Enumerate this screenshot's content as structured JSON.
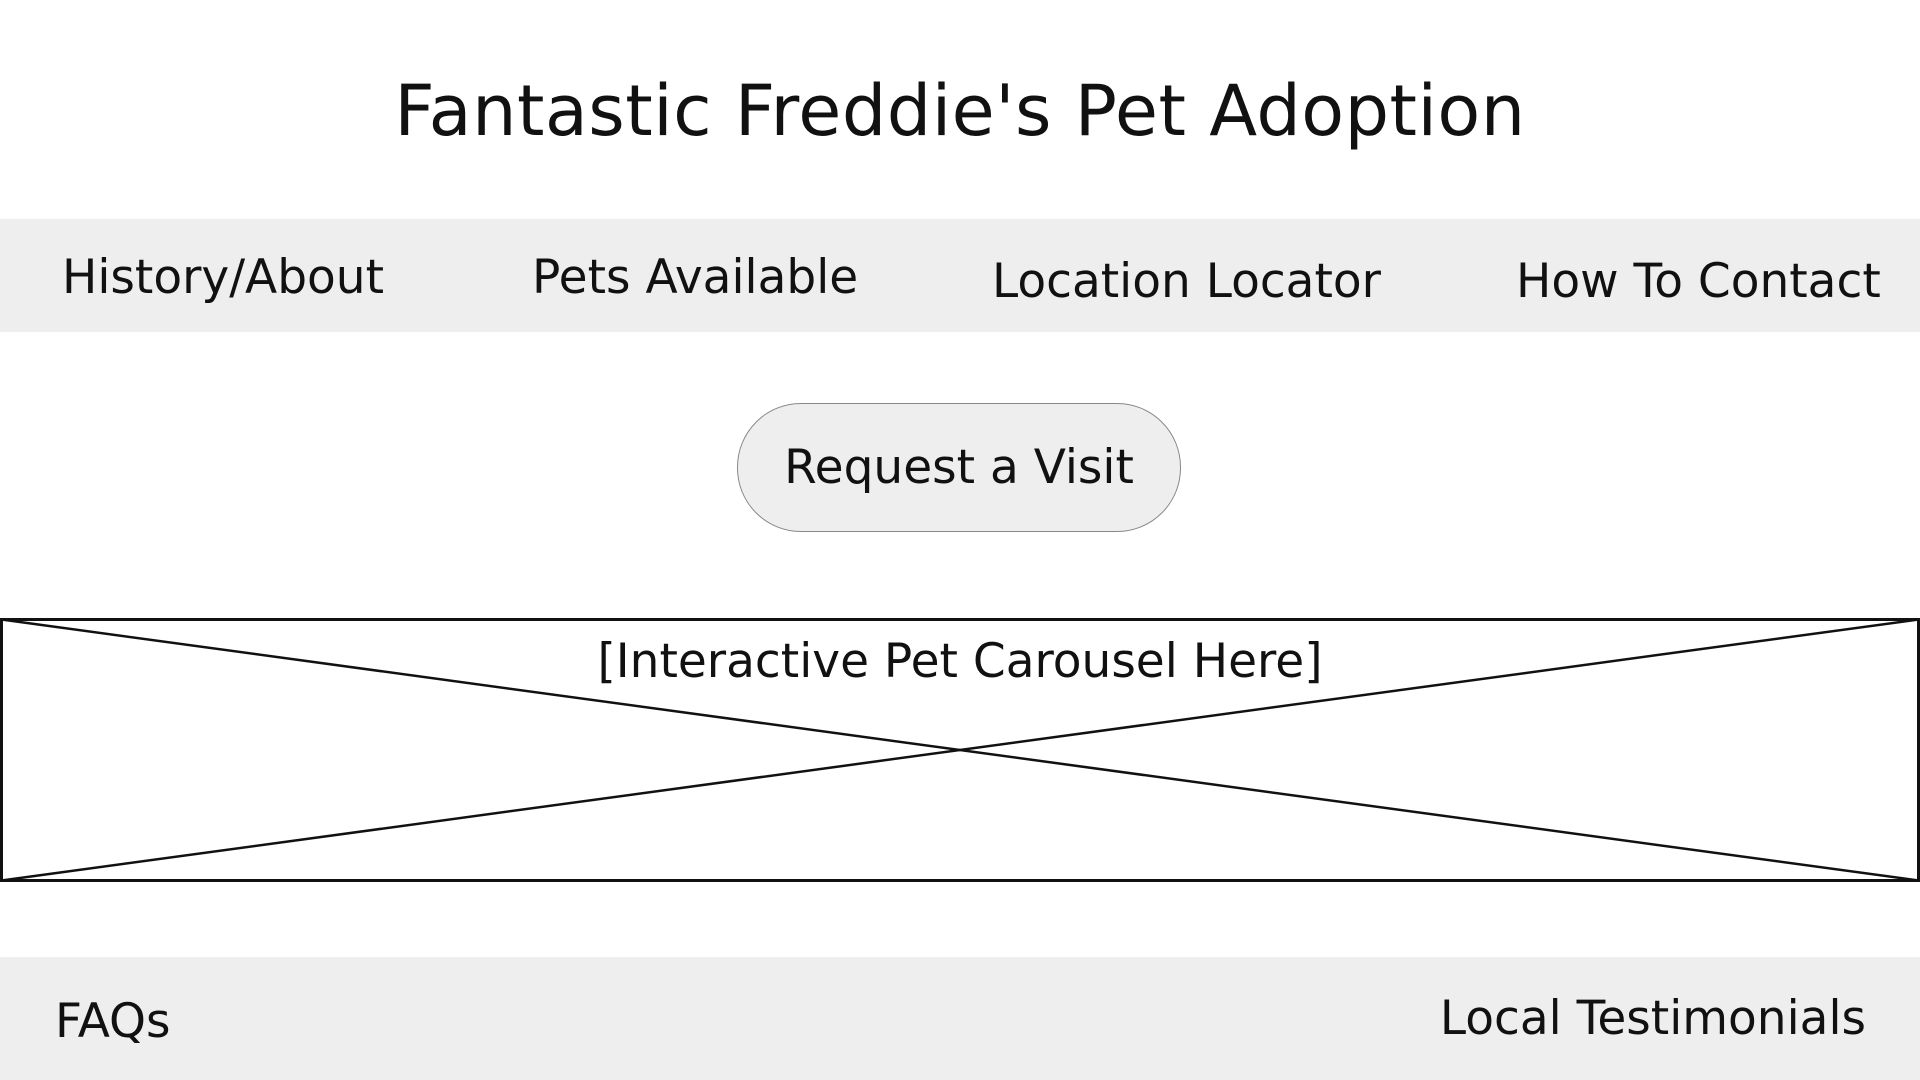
{
  "header": {
    "title": "Fantastic Freddie's Pet Adoption"
  },
  "nav": {
    "items": [
      {
        "label": "History/About"
      },
      {
        "label": "Pets Available"
      },
      {
        "label": "Location Locator"
      },
      {
        "label": "How To Contact"
      }
    ]
  },
  "main": {
    "visit_button_label": "Request a Visit",
    "carousel_placeholder": "[Interactive Pet Carousel Here]"
  },
  "footer": {
    "items": [
      {
        "label": "FAQs"
      },
      {
        "label": "Local Testimonials"
      }
    ]
  },
  "colors": {
    "background": "#ffffff",
    "bar_background": "#eeeeee",
    "text": "#111111",
    "button_border": "#888888"
  }
}
